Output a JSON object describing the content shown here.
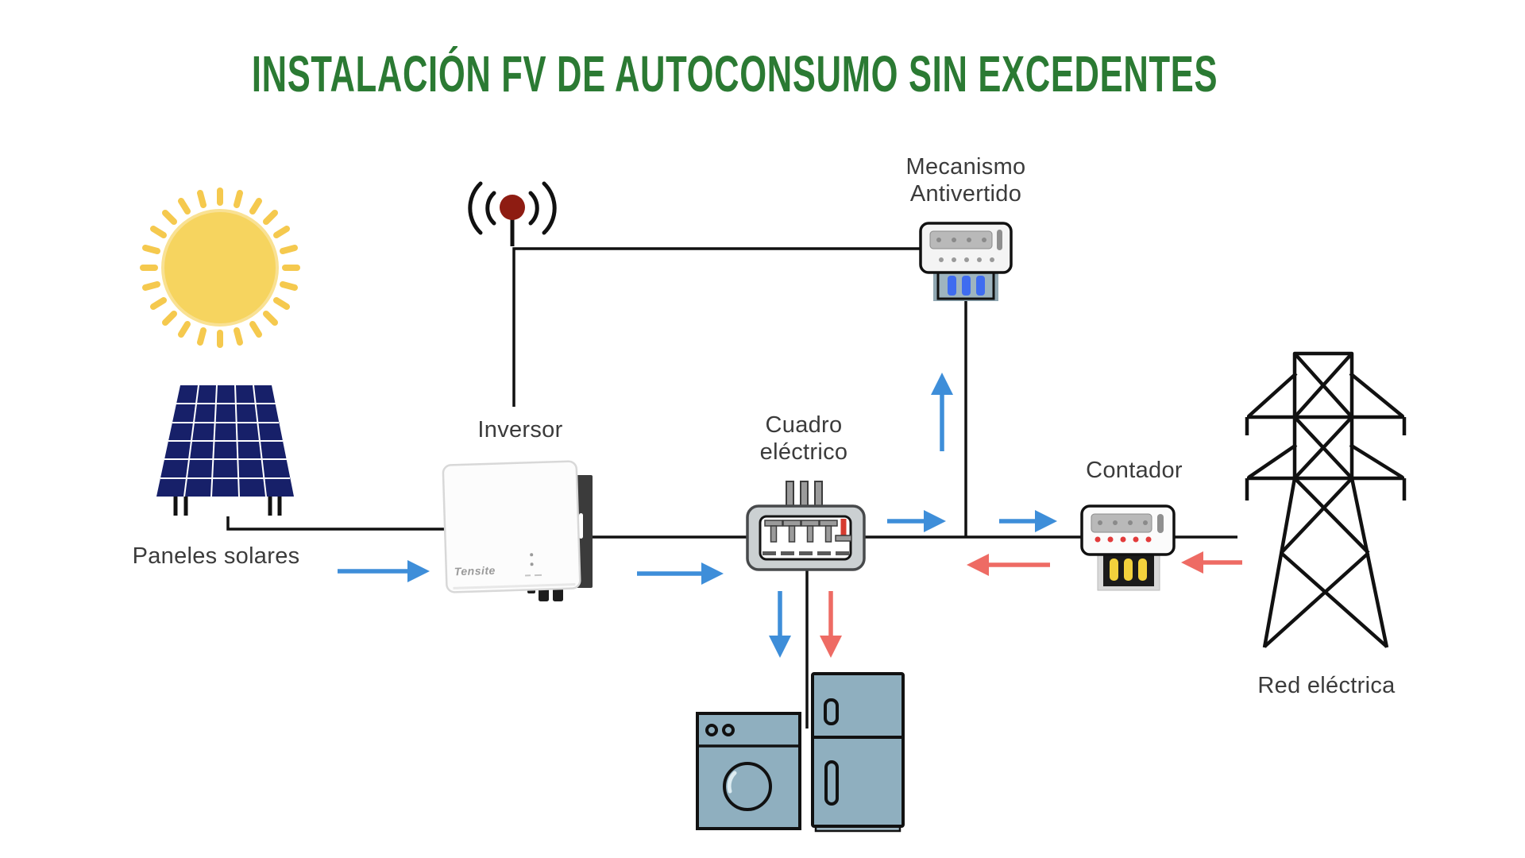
{
  "title": {
    "text": "INSTALACIÓN FV DE AUTOCONSUMO SIN EXCEDENTES"
  },
  "labels": {
    "panels": "Paneles solares",
    "inverter": "Inversor",
    "board_line1": "Cuadro",
    "board_line2": "eléctrico",
    "antibackfeed_line1": "Mecanismo",
    "antibackfeed_line2": "Antivertido",
    "meter": "Contador",
    "grid": "Red eléctrica"
  },
  "inverter": {
    "brand": "Tensite"
  },
  "colors": {
    "title_green": "#2B7A33",
    "label_gray": "#3B3B3B",
    "wire_black": "#111111",
    "flow_blue": "#3E8ED9",
    "flow_red": "#EE6B64",
    "sun_yellow": "#F6D45F",
    "sun_ray": "#F5C94E",
    "panel_navy": "#172069",
    "appliance_blue_gray": "#8FAFBF",
    "antenna_red": "#8E1C12",
    "device_pill_blue": "#3F6CF0",
    "device_pill_yellow": "#F2D13C",
    "breaker_red": "#D63B2F"
  },
  "icons": {
    "sun": "sun-icon",
    "solar_panel": "solar-panel-icon",
    "antenna": "antenna-icon",
    "inverter": "inverter-icon",
    "breaker_panel": "breaker-panel-icon",
    "anti_backfeed_device": "anti-backfeed-device-icon",
    "meter": "meter-icon",
    "transmission_tower": "transmission-tower-icon",
    "washing_machine": "washing-machine-icon",
    "fridge": "fridge-icon"
  },
  "flows": [
    {
      "path": "paneles-solares to inversor",
      "color": "blue",
      "direction": "right"
    },
    {
      "path": "inversor to cuadro-electrico",
      "color": "blue",
      "direction": "right"
    },
    {
      "path": "cuadro-electrico to junction",
      "color": "blue",
      "direction": "right"
    },
    {
      "path": "junction to mecanismo-antivertido",
      "color": "blue",
      "direction": "up"
    },
    {
      "path": "junction to contador",
      "color": "blue",
      "direction": "right"
    },
    {
      "path": "cuadro-electrico to electrodomesticos",
      "color": "blue",
      "direction": "down"
    },
    {
      "path": "red to electrodomesticos",
      "color": "red",
      "direction": "down"
    },
    {
      "path": "contador to cuadro-electrico",
      "color": "red",
      "direction": "left"
    },
    {
      "path": "red-electrica to contador",
      "color": "red",
      "direction": "left"
    }
  ]
}
